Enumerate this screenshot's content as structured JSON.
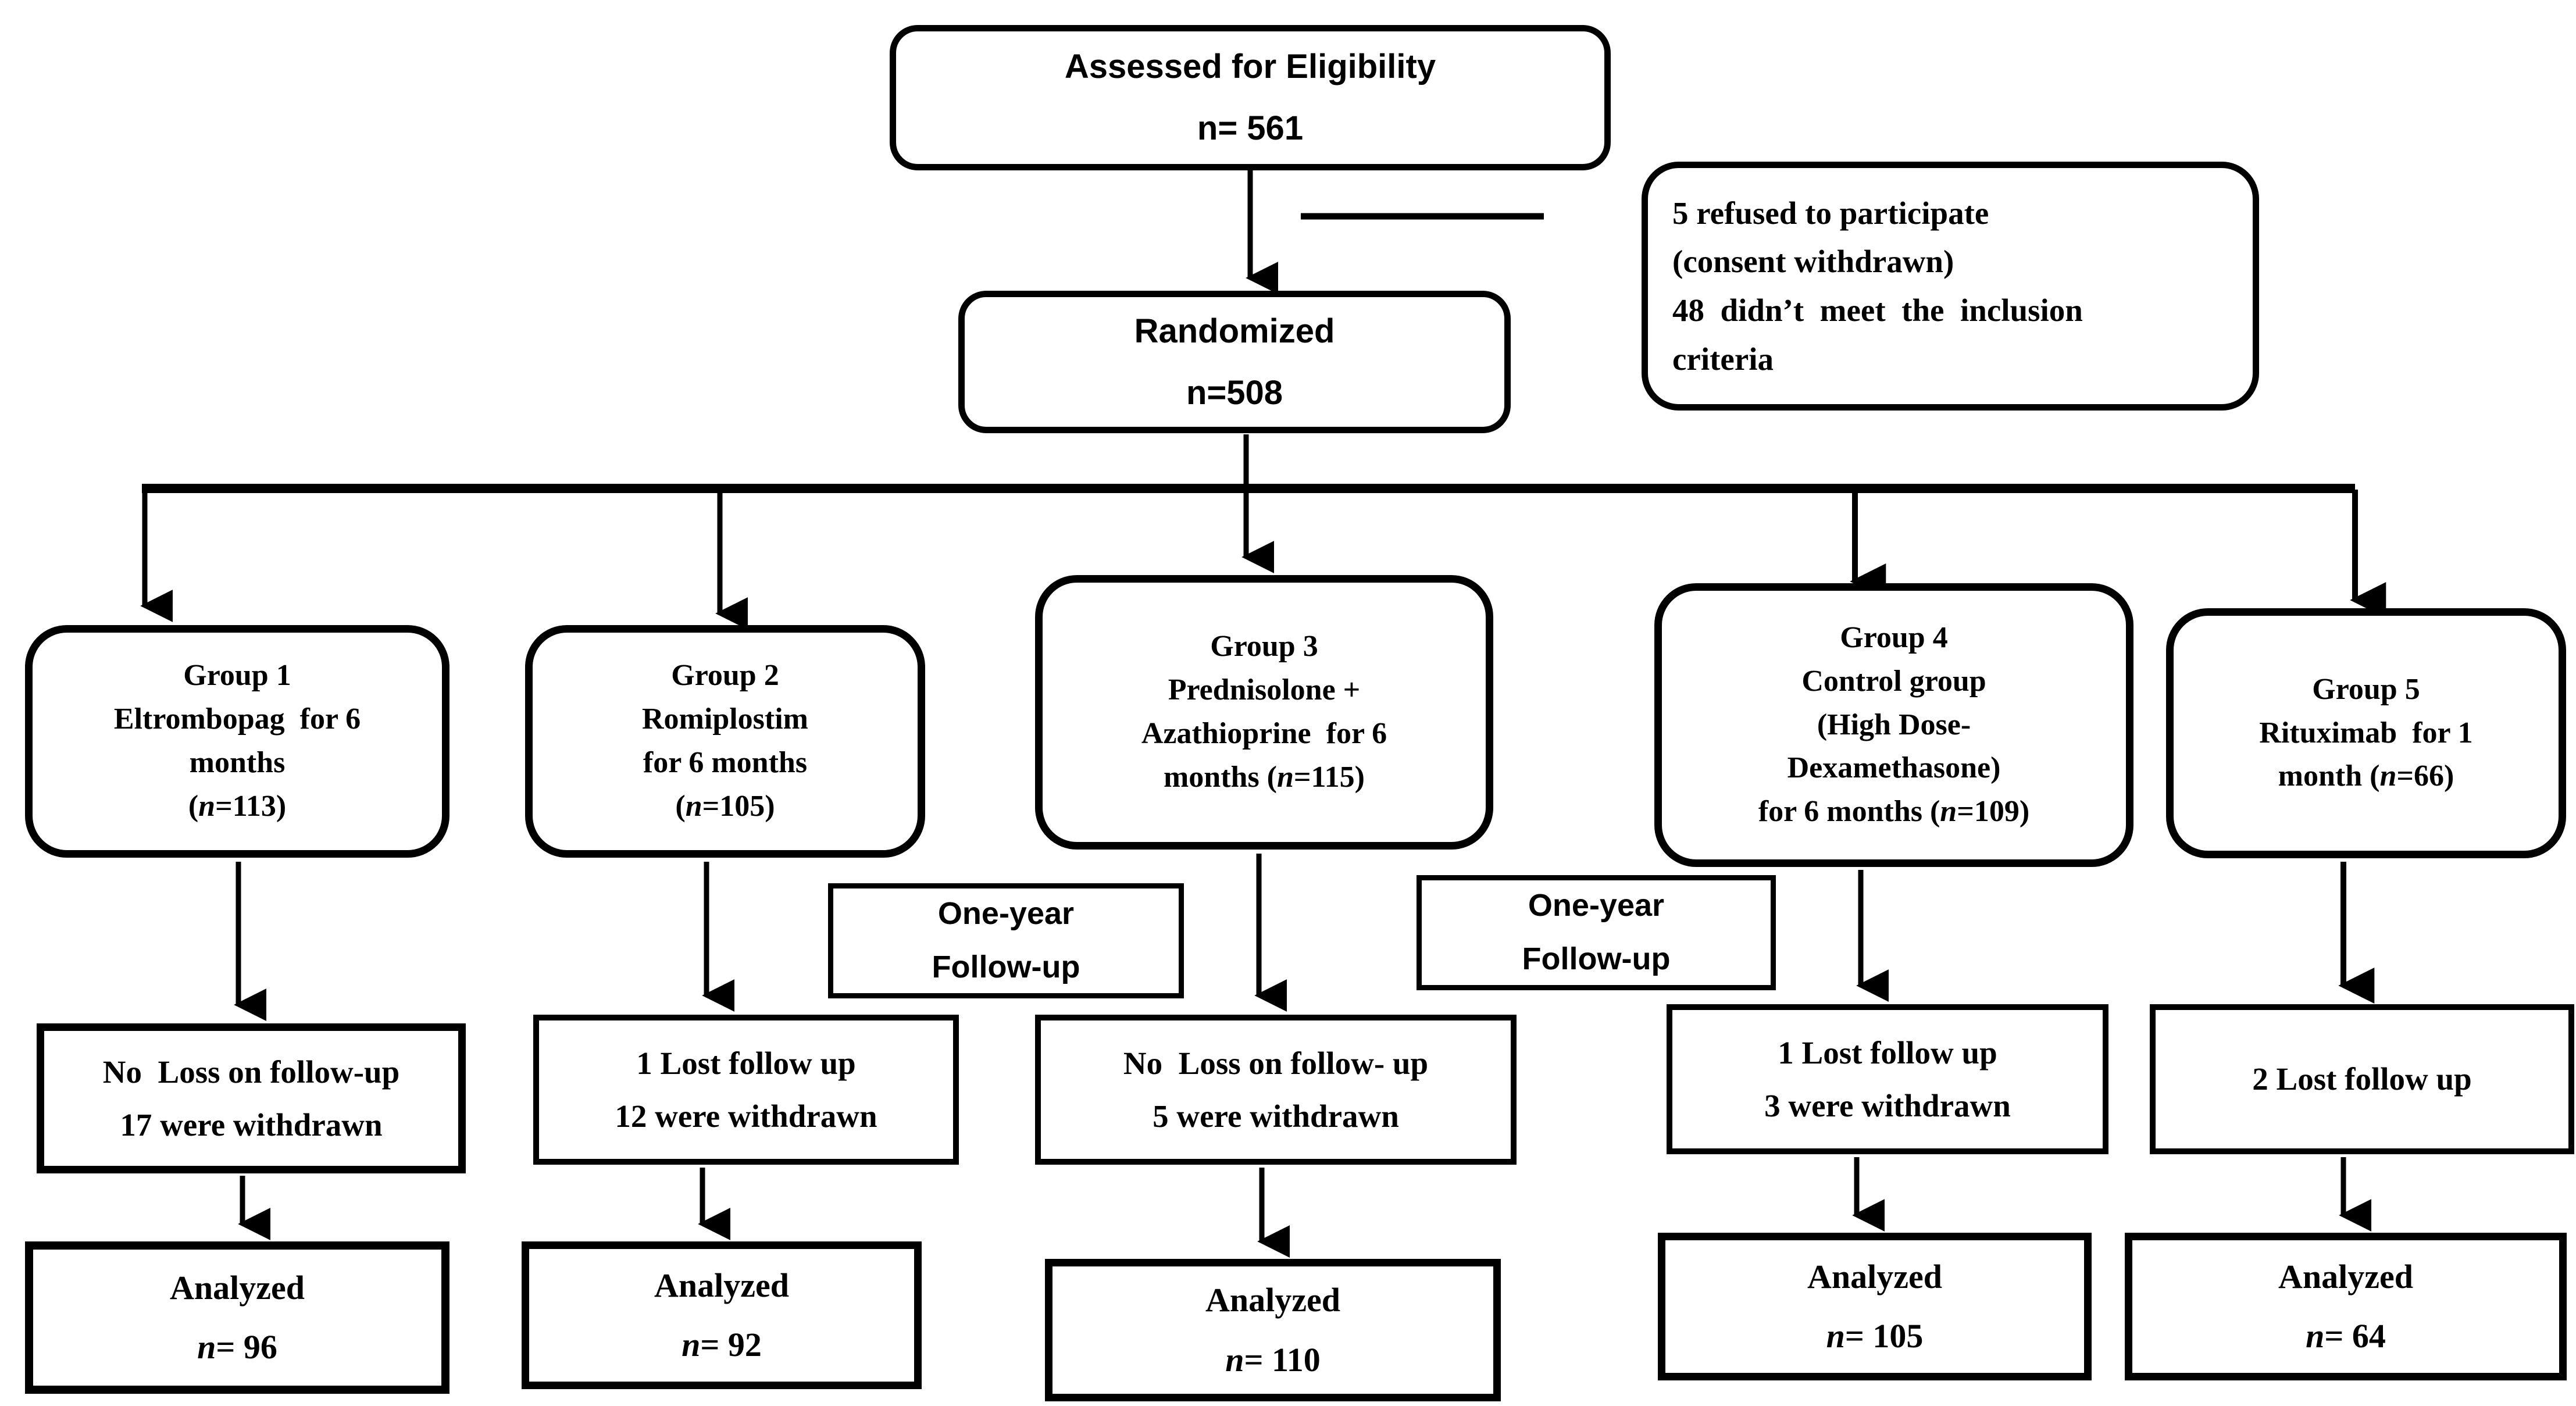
{
  "diagram": {
    "assessed": "Assessed for Eligibility\nn= 561",
    "exclusion": "5 refused to participate\n(consent withdrawn)\n48  didn’t  meet  the  inclusion\ncriteria",
    "randomized": "Randomized\nn=508",
    "groups": [
      "Group 1\nEltrombopag  for 6\nmonths\n(n=113)",
      "Group 2\nRomiplostim\nfor 6 months\n(n=105)",
      "Group 3\nPrednisolone +\nAzathioprine  for 6\nmonths (n=115)",
      "Group 4\nControl group\n(High Dose-\nDexamethasone)\nfor 6 months (n=109)",
      "Group 5\nRituximab  for 1\nmonth (n=66)"
    ],
    "followups": [
      "One-year\nFollow-up",
      "One-year\nFollow-up"
    ],
    "losses": [
      "No  Loss on follow-up\n17 were withdrawn",
      "1 Lost follow up\n12 were withdrawn",
      "No  Loss on follow- up\n5 were withdrawn",
      "1 Lost follow up\n3 were withdrawn",
      "2 Lost follow up"
    ],
    "analyzed": [
      "Analyzed\nn= 96",
      "Analyzed\nn= 92",
      "Analyzed\nn= 110",
      "Analyzed\nn= 105",
      "Analyzed\nn= 64"
    ]
  }
}
